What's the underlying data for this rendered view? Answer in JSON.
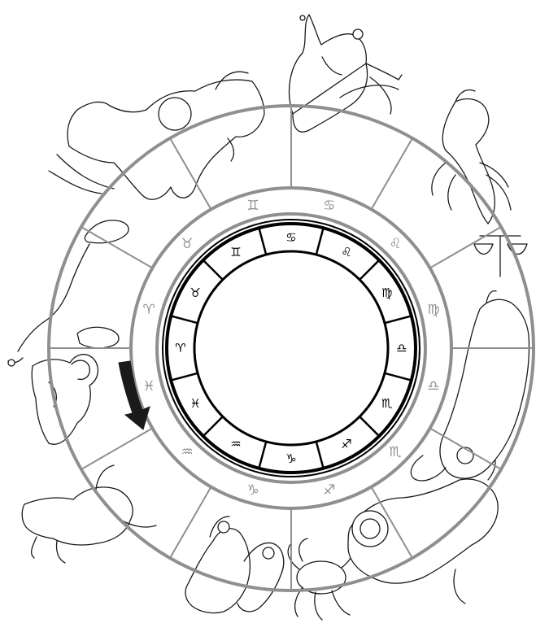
{
  "diagram": {
    "signs": [
      {
        "name": "Aries",
        "glyph": "♈"
      },
      {
        "name": "Taurus",
        "glyph": "♉"
      },
      {
        "name": "Gemini",
        "glyph": "♊"
      },
      {
        "name": "Cancer",
        "glyph": "♋"
      },
      {
        "name": "Leo",
        "glyph": "♌"
      },
      {
        "name": "Virgo",
        "glyph": "♍"
      },
      {
        "name": "Libra",
        "glyph": "♎"
      },
      {
        "name": "Scorpio",
        "glyph": "♏"
      },
      {
        "name": "Sagittarius",
        "glyph": "♐"
      },
      {
        "name": "Capricorn",
        "glyph": "♑"
      },
      {
        "name": "Aquarius",
        "glyph": "♒"
      },
      {
        "name": "Pisces",
        "glyph": "♓"
      }
    ],
    "constellation_icons": [
      "ram-figure",
      "bull-figure",
      "twins-figure",
      "crab-figure",
      "lion-figure",
      "virgin-figure",
      "scales-figure",
      "scorpion-figure",
      "archer-figure",
      "sea-goat-figure",
      "water-bearer-figure",
      "fishes-figure"
    ],
    "arrow_direction": "counterclockwise",
    "colors": {
      "ring_gray": "#8f8f8f",
      "ink": "#1a1a1a",
      "inner_ring": "#000000",
      "background": "#ffffff"
    }
  }
}
